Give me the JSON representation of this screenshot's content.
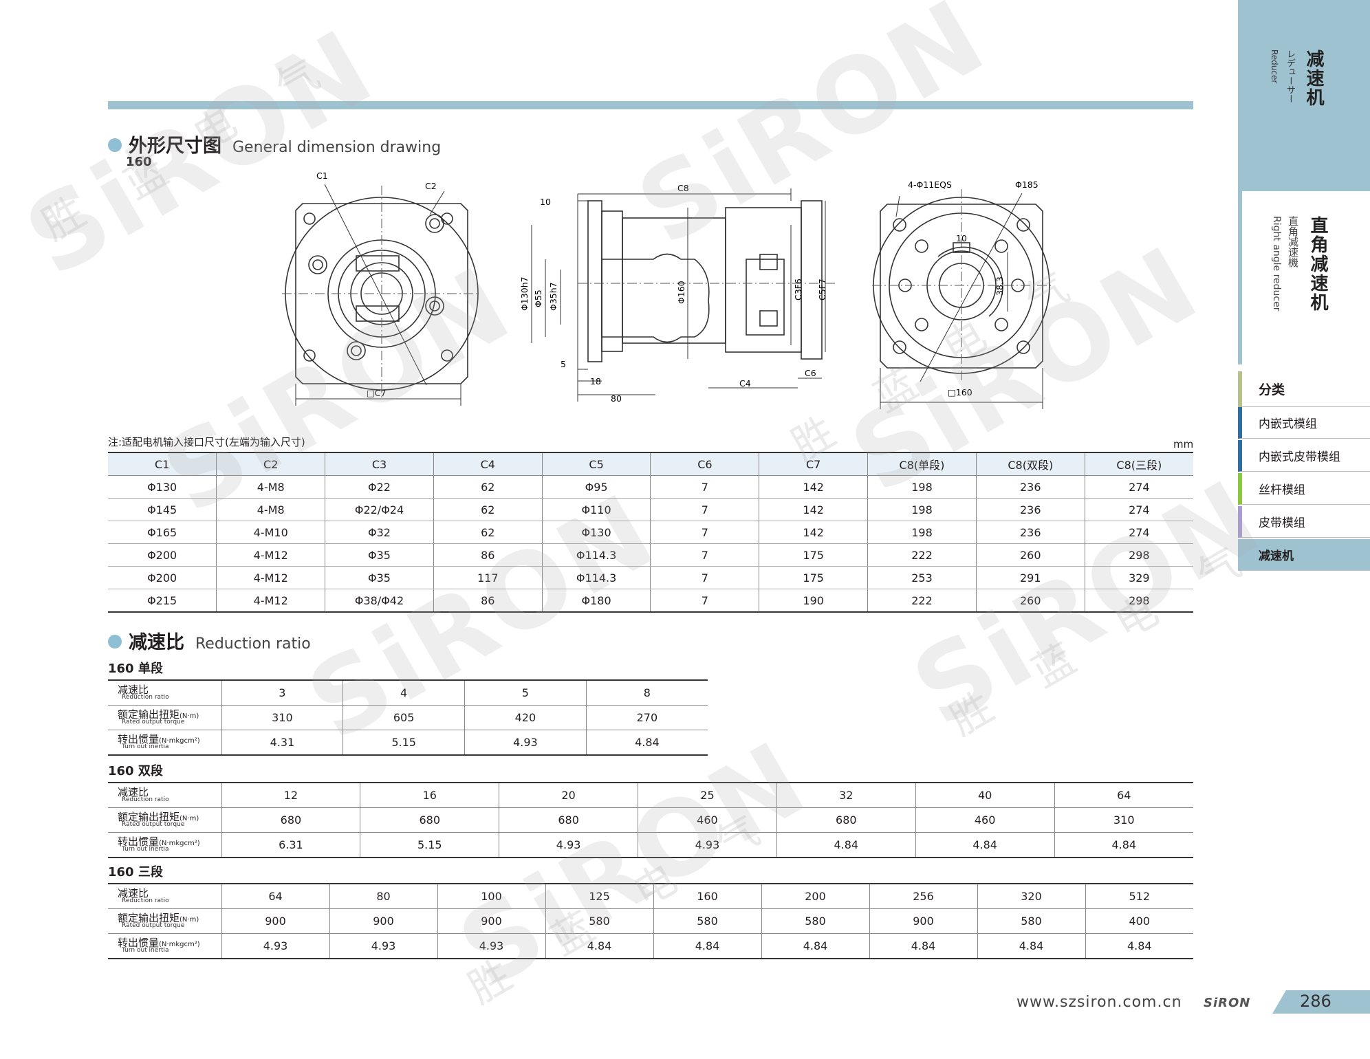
{
  "brand": "SiRON",
  "watermark": {
    "brand": "SiRON",
    "chars": [
      "胜",
      "蓝",
      "电",
      "气"
    ]
  },
  "section1": {
    "title_zh": "外形尺寸图",
    "title_en": "General dimension drawing",
    "model": "160"
  },
  "drawing_labels": {
    "c1": "C1",
    "c2": "C2",
    "c7": "□C7",
    "d10": "10",
    "c8": "C8",
    "d130h7": "Φ130h7",
    "d55": "Φ55",
    "d35h7": "Φ35h7",
    "d160": "Φ160",
    "c3f6": "C3F6",
    "c5f7": "C5F7",
    "d5": "5",
    "d18": "18",
    "d80": "80",
    "c4": "C4",
    "c6": "C6",
    "holes": "4-Φ11EQS",
    "d185": "Φ185",
    "key10": "10",
    "d38_3": "38.3",
    "sq160": "□160"
  },
  "note": "注:适配电机输入接口尺寸(左端为输入尺寸)",
  "unit": "mm",
  "dim_table": {
    "headers": [
      "C1",
      "C2",
      "C3",
      "C4",
      "C5",
      "C6",
      "C7",
      "C8(单段)",
      "C8(双段)",
      "C8(三段)"
    ],
    "rows": [
      [
        "Φ130",
        "4-M8",
        "Φ22",
        "62",
        "Φ95",
        "7",
        "142",
        "198",
        "236",
        "274"
      ],
      [
        "Φ145",
        "4-M8",
        "Φ22/Φ24",
        "62",
        "Φ110",
        "7",
        "142",
        "198",
        "236",
        "274"
      ],
      [
        "Φ165",
        "4-M10",
        "Φ32",
        "62",
        "Φ130",
        "7",
        "142",
        "198",
        "236",
        "274"
      ],
      [
        "Φ200",
        "4-M12",
        "Φ35",
        "86",
        "Φ114.3",
        "7",
        "175",
        "222",
        "260",
        "298"
      ],
      [
        "Φ200",
        "4-M12",
        "Φ35",
        "117",
        "Φ114.3",
        "7",
        "175",
        "253",
        "291",
        "329"
      ],
      [
        "Φ215",
        "4-M12",
        "Φ38/Φ42",
        "86",
        "Φ180",
        "7",
        "190",
        "222",
        "260",
        "298"
      ]
    ]
  },
  "section2": {
    "title_zh": "减速比",
    "title_en": "Reduction ratio"
  },
  "row_labels": {
    "ratio_zh": "减速比",
    "ratio_en": "Reduction ratio",
    "torque_zh": "额定输出扭矩",
    "torque_unit": "(N·m)",
    "torque_en": "Rated output torque",
    "inertia_zh": "转出惯量",
    "inertia_unit": "(N·mkgcm²)",
    "inertia_en": "Turn out inertia"
  },
  "stage1": {
    "title": "160 单段",
    "ratio": [
      "3",
      "4",
      "5",
      "8"
    ],
    "torque": [
      "310",
      "605",
      "420",
      "270"
    ],
    "inertia": [
      "4.31",
      "5.15",
      "4.93",
      "4.84"
    ]
  },
  "stage2": {
    "title": "160 双段",
    "ratio": [
      "12",
      "16",
      "20",
      "25",
      "32",
      "40",
      "64"
    ],
    "torque": [
      "680",
      "680",
      "680",
      "460",
      "680",
      "460",
      "310"
    ],
    "inertia": [
      "6.31",
      "5.15",
      "4.93",
      "4.93",
      "4.84",
      "4.84",
      "4.84"
    ]
  },
  "stage3": {
    "title": "160 三段",
    "ratio": [
      "64",
      "80",
      "100",
      "125",
      "160",
      "200",
      "256",
      "320",
      "512"
    ],
    "torque": [
      "900",
      "900",
      "900",
      "580",
      "580",
      "580",
      "900",
      "580",
      "400"
    ],
    "inertia": [
      "4.93",
      "4.93",
      "4.93",
      "4.84",
      "4.84",
      "4.84",
      "4.84",
      "4.84",
      "4.84"
    ]
  },
  "side": {
    "cat1_zh": "减速机",
    "cat1_jp": "レデューサー",
    "cat1_en": "Reducer",
    "cat2_zh": "直角减速机",
    "cat2_jp": "直角减速機",
    "cat2_en": "Right angle reducer",
    "menu_title": "分类",
    "menu": [
      "内嵌式模组",
      "内嵌式皮带模组",
      "丝杆模组",
      "皮带模组",
      "减速机"
    ],
    "menu_colors": [
      "#2f6f9f",
      "#2f6f9f",
      "#8cc63f",
      "#a99bd0",
      "#9fc2d1"
    ]
  },
  "footer": {
    "url": "www.szsiron.com.cn",
    "logo": "SiRON",
    "page": "286"
  }
}
